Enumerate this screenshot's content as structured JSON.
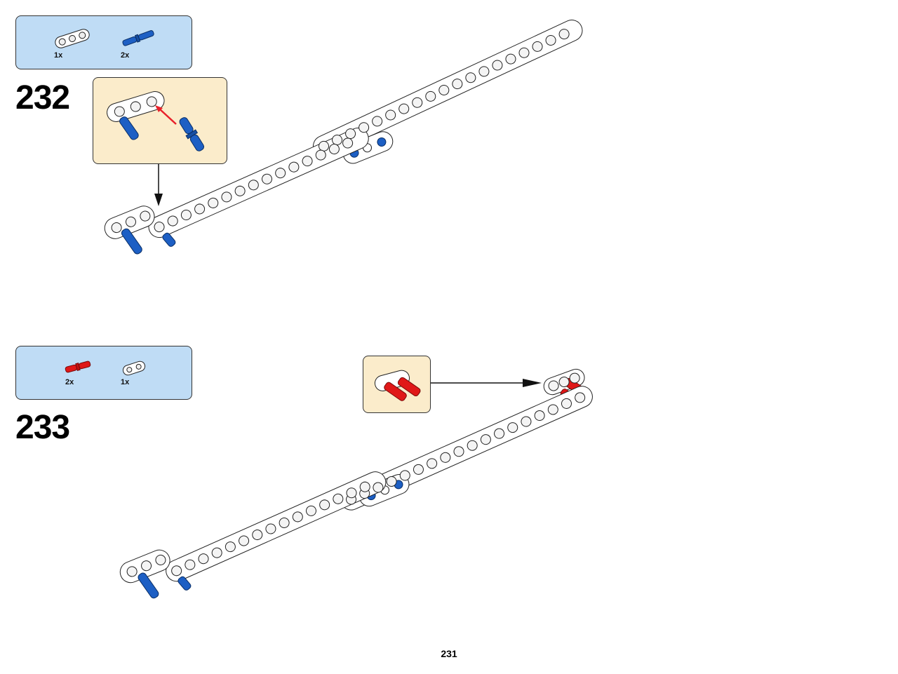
{
  "steps": [
    {
      "number": "232",
      "parts": [
        {
          "icon": "white-beam-3-icon",
          "qty": "1x"
        },
        {
          "icon": "blue-pin-icon",
          "qty": "2x"
        }
      ]
    },
    {
      "number": "233",
      "parts": [
        {
          "icon": "red-pin-icon",
          "qty": "2x"
        },
        {
          "icon": "white-beam-2-icon",
          "qty": "1x"
        }
      ]
    }
  ],
  "page_number": "231",
  "colors": {
    "parts_box": "#bfdcf5",
    "callout_box": "#fbeccb",
    "beam": "#ffffff",
    "pin_blue": "#1d5fc4",
    "pin_red": "#e01818",
    "arrow_red": "#e8202a"
  }
}
